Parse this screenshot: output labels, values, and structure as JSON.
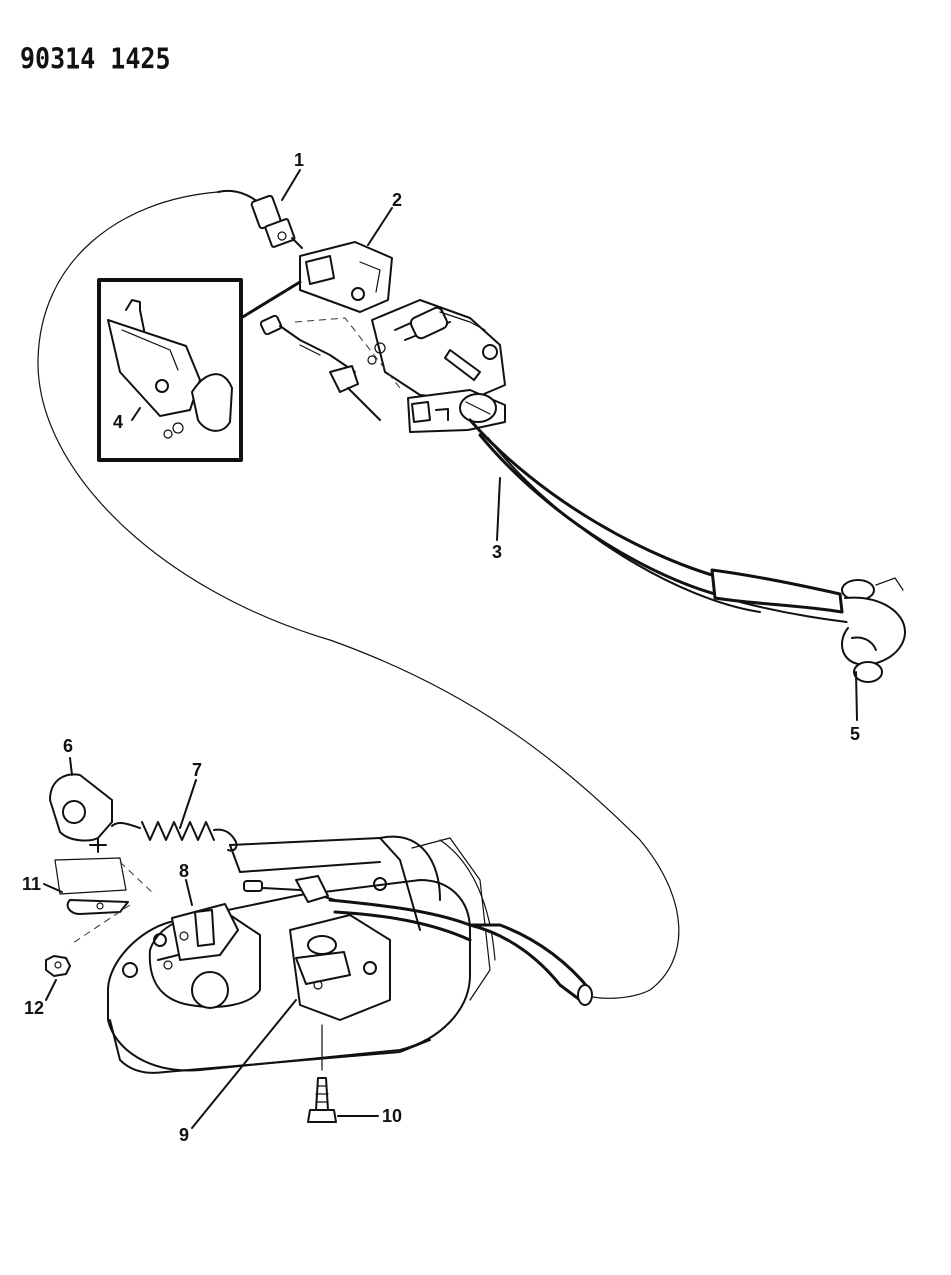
{
  "header": {
    "document_code": "90314 1425"
  },
  "callouts": {
    "c1": "1",
    "c2": "2",
    "c3": "3",
    "c4": "4",
    "c5": "5",
    "c6": "6",
    "c7": "7",
    "c8": "8",
    "c9": "9",
    "c10": "10",
    "c11": "11",
    "c12": "12"
  },
  "colors": {
    "ink": "#111111",
    "paper": "#ffffff"
  }
}
